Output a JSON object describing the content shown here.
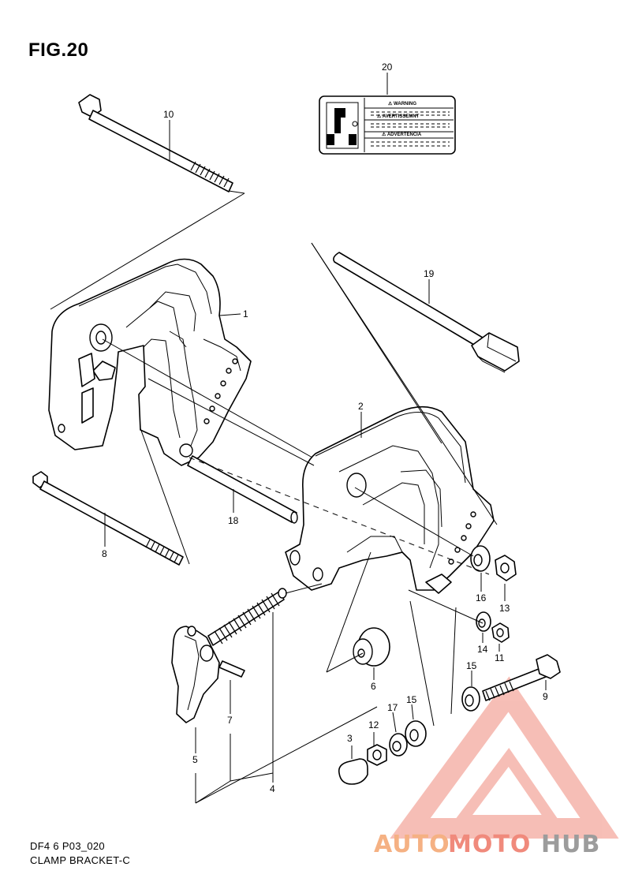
{
  "figure": {
    "title": "FIG.20",
    "code": "DF4 6 P03_020",
    "name": "CLAMP BRACKET-C"
  },
  "callouts": {
    "c1": "1",
    "c2": "2",
    "c3": "3",
    "c4": "4",
    "c5": "5",
    "c6": "6",
    "c7": "7",
    "c8": "8",
    "c9": "9",
    "c10": "10",
    "c11": "11",
    "c12": "12",
    "c13": "13",
    "c14": "14",
    "c15a": "15",
    "c15b": "15",
    "c16": "16",
    "c17": "17",
    "c18": "18",
    "c19": "19",
    "c20": "20"
  },
  "label_sticker": {
    "line1": "⚠ WARNING",
    "line2": "⚠ AVERTISSEMNT",
    "line3": "⚠ ADVERTENCIA"
  },
  "watermark": {
    "part1": "AUTO",
    "part2": "MOTO",
    "part3": "HUB",
    "color1": "#f5b183",
    "color2": "#f08a7c",
    "color3": "#9c9c9c"
  }
}
